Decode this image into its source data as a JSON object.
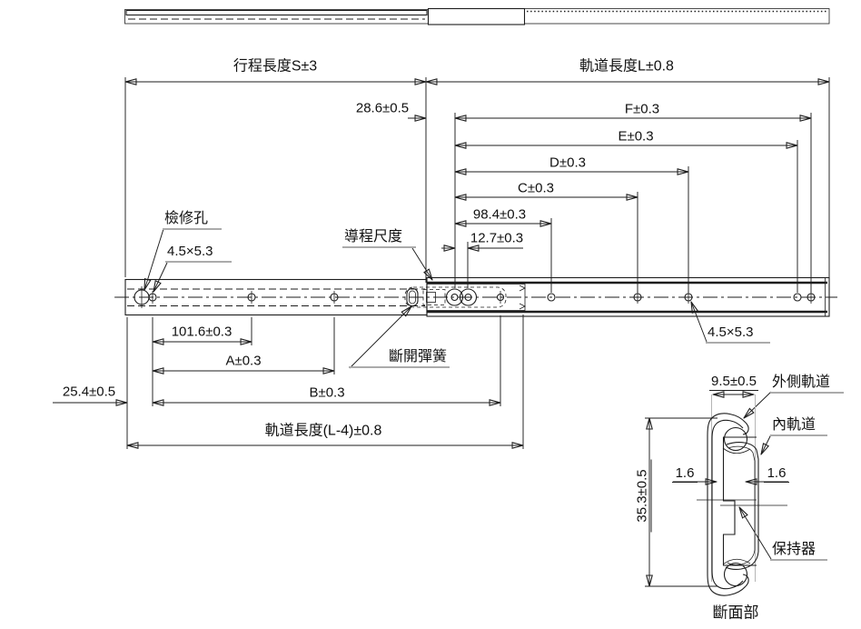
{
  "labels": {
    "stroke_length": "行程長度S±3",
    "rail_length": "軌道長度L±0.8",
    "dim_f": "F±0.3",
    "dim_e": "E±0.3",
    "dim_d": "D±0.3",
    "dim_c": "C±0.3",
    "dim_98": "98.4±0.3",
    "dim_12": "12.7±0.3",
    "dim_28": "28.6±0.5",
    "dim_101": "101.6±0.3",
    "dim_a": "A±0.3",
    "dim_b": "B±0.3",
    "dim_25": "25.4±0.5",
    "inner_rail_length": "軌道長度(L-4)±0.8",
    "inspection_hole": "檢修孔",
    "slot_size_left": "4.5×5.3",
    "slot_size_right": "4.5×5.3",
    "lead_dimension": "導程尺度",
    "release_spring": "斷開彈簧",
    "section_width": "9.5±0.5",
    "outer_rail": "外側軌道",
    "inner_rail": "內軌道",
    "wall_left": "1.6",
    "wall_right": "1.6",
    "section_height": "35.3±0.5",
    "retainer": "保持器",
    "section_caption": "斷面部"
  },
  "colors": {
    "line": "#1d1d1d",
    "gray_fill": "#c9c9c9",
    "shelf": "#ababab"
  }
}
